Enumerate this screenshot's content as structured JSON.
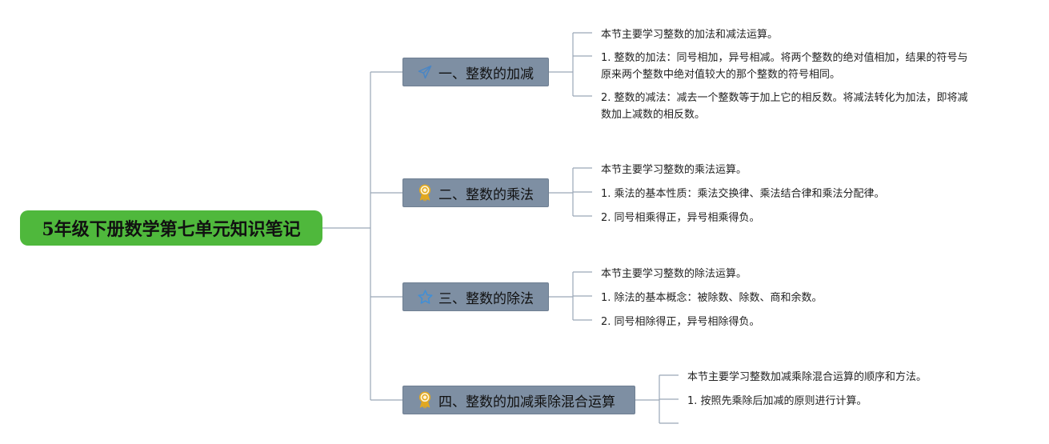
{
  "root": {
    "title": "5年级下册数学第七单元知识笔记"
  },
  "branches": [
    {
      "icon": "paper-plane-icon",
      "title": "一、整数的加减",
      "leaves": [
        {
          "lines": [
            "本节主要学习整数的加法和减法运算。"
          ]
        },
        {
          "lines": [
            "1. 整数的加法：同号相加，异号相减。将两个整数的绝对值相加，结果的符号与",
            "原来两个整数中绝对值较大的那个整数的符号相同。"
          ]
        },
        {
          "lines": [
            "2. 整数的减法：减去一个整数等于加上它的相反数。将减法转化为加法，即将减",
            "数加上减数的相反数。"
          ]
        }
      ]
    },
    {
      "icon": "award-ribbon-icon",
      "title": "二、整数的乘法",
      "leaves": [
        {
          "lines": [
            "本节主要学习整数的乘法运算。"
          ]
        },
        {
          "lines": [
            "1. 乘法的基本性质：乘法交换律、乘法结合律和乘法分配律。"
          ]
        },
        {
          "lines": [
            "2. 同号相乘得正，异号相乘得负。"
          ]
        }
      ]
    },
    {
      "icon": "star-icon",
      "title": "三、整数的除法",
      "leaves": [
        {
          "lines": [
            "本节主要学习整数的除法运算。"
          ]
        },
        {
          "lines": [
            "1. 除法的基本概念：被除数、除数、商和余数。"
          ]
        },
        {
          "lines": [
            "2. 同号相除得正，异号相除得负。"
          ]
        }
      ]
    },
    {
      "icon": "award-ribbon-icon",
      "title": "四、整数的加减乘除混合运算",
      "leaves": [
        {
          "lines": [
            "本节主要学习整数加减乘除混合运算的顺序和方法。"
          ]
        },
        {
          "lines": [
            "1. 按照先乘除后加减的原则进行计算。"
          ]
        },
        {
          "lines": []
        }
      ]
    }
  ],
  "colors": {
    "root_fill": "#4fb83c",
    "branch_fill": "#7e8fa3",
    "connector": "#9aa7b6",
    "plane_icon": "#4a86c5",
    "award_icon": "#e2a81f",
    "star_icon": "#3f8fd8"
  }
}
